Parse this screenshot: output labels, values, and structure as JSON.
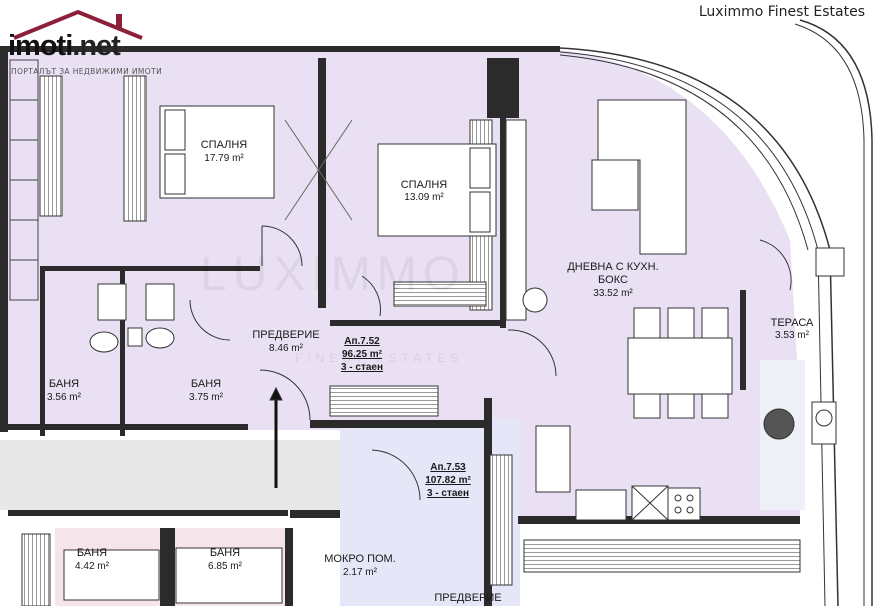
{
  "brand": {
    "name": "Luximmo Finest Estates"
  },
  "logo": {
    "name": "imoti",
    "tld": ".net",
    "tagline": "ПОРТАЛЪТ ЗА НЕДВИЖИМИ ИМОТИ"
  },
  "watermark": {
    "main": "LUXIMMO",
    "sub": "FINEST ESTATES"
  },
  "rooms": {
    "bedroom1": {
      "name": "СПАЛНЯ",
      "area": "17.79 m²"
    },
    "bedroom2": {
      "name": "СПАЛНЯ",
      "area": "13.09 m²"
    },
    "living": {
      "name1": "ДНЕВНА С КУХН.",
      "name2": "БОКС",
      "area": "33.52 m²"
    },
    "terrace": {
      "name": "ТЕРАСА",
      "area": "3.53 m²"
    },
    "hall": {
      "name": "ПРЕДВЕРИЕ",
      "area": "8.46 m²"
    },
    "bath1": {
      "name": "БАНЯ",
      "area": "3.56 m²"
    },
    "bath2": {
      "name": "БАНЯ",
      "area": "3.75 m²"
    },
    "bath3": {
      "name": "БАНЯ",
      "area": "4.42 m²"
    },
    "bath4": {
      "name": "БАНЯ",
      "area": "6.85 m²"
    },
    "wet": {
      "name": "МОКРО ПОМ.",
      "area": "2.17 m²"
    },
    "hall2": {
      "name": "ПРЕДВЕРИЕ"
    }
  },
  "apartments": {
    "a752": {
      "id": "Ап.7.52",
      "area": "96.25 m²",
      "type": "3 - стаен"
    },
    "a753": {
      "id": "Ап.7.53",
      "area": "107.82 m²",
      "type": "3 - стаен"
    }
  },
  "colors": {
    "lilac": "#e9e0f3",
    "blue": "#e5e7f8",
    "pink": "#f5e4ea",
    "wall": "#2b2b2b",
    "logo_roof": "#8c1f3a"
  }
}
